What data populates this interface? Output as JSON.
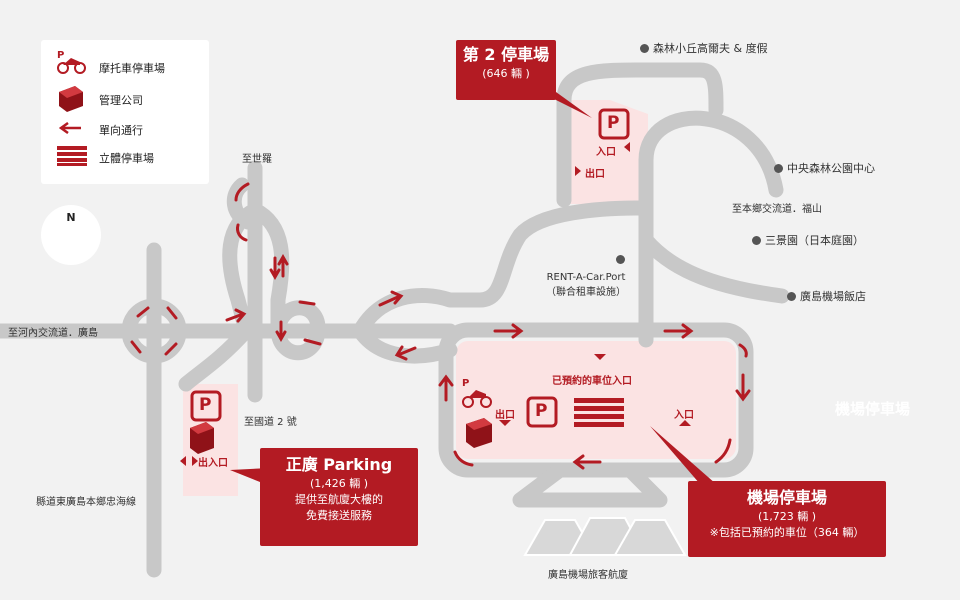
{
  "legend": {
    "motorcycle": "摩托車停車場",
    "office": "管理公司",
    "oneway": "單向通行",
    "multistorey": "立體停車場"
  },
  "compass": {
    "north": "N"
  },
  "places": {
    "golf": "森林小丘高爾夫 & 度假",
    "central_park": "中央森林公園中心",
    "hongo": "至本鄉交流道．福山",
    "sankeien": "三景園（日本庭園）",
    "hotel": "廣島機場飯店",
    "rentacar_1": "RENT-A-Car.Port",
    "rentacar_2": "（聯合租車設施）",
    "sera": "至世羅",
    "kouchi": "至河內交流道．廣島",
    "route2": "至國道 2 號",
    "prefroad": "縣道東廣島本鄉忠海線",
    "terminal": "廣島機場旅客航廈",
    "watermark": "機場停車場"
  },
  "parking2": {
    "title": "第 2 停車場",
    "capacity": "(646 輛 )",
    "entrance": "入口",
    "exit": "出口"
  },
  "seiko": {
    "title": "正廣 Parking",
    "capacity": "(1,426 輛 )",
    "line1": "提供至航廈大樓的",
    "line2": "免費接送服務",
    "gate": "出入口"
  },
  "airport": {
    "title": "機場停車場",
    "capacity": "(1,723 輛 )",
    "note": "※包括已預約的車位（364 輛）",
    "reserved_entrance": "已預約的車位入口",
    "exit": "出口",
    "entrance": "入口"
  },
  "icons": {
    "parking_symbol": "P"
  },
  "colors": {
    "accent": "#b31b23",
    "road": "#c8c8c8",
    "lot": "#fbe3e3",
    "background": "#f2f2f2"
  }
}
